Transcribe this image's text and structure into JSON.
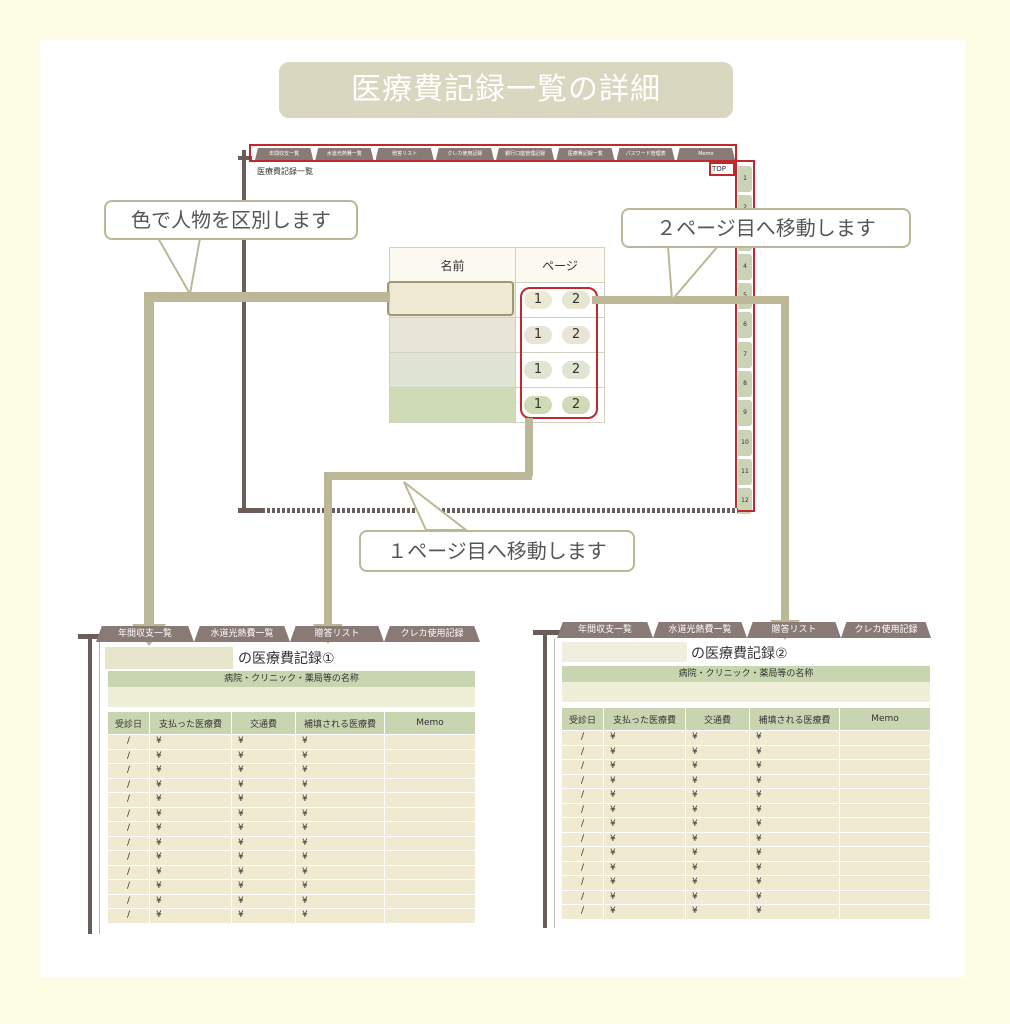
{
  "title": "医療費記録一覧の詳細",
  "mock": {
    "tabs": [
      "年間収支一覧",
      "水道光熱費一覧",
      "贈答リスト",
      "クレカ使用記録",
      "銀行口座管理記録",
      "医療費記録一覧",
      "パスワード管理表",
      "Memo"
    ],
    "page_title": "医療費記録一覧",
    "top_link": "TOP",
    "side_tabs": [
      "1",
      "2",
      "3",
      "4",
      "5",
      "6",
      "7",
      "8",
      "9",
      "10",
      "11",
      "12"
    ],
    "table_headers": {
      "name": "名前",
      "page": "ページ"
    },
    "rows": [
      {
        "color": "#ede9d3",
        "p1": "1",
        "p2": "2"
      },
      {
        "color": "#e8e5d6",
        "p1": "1",
        "p2": "2"
      },
      {
        "color": "#dfe5d2",
        "p1": "1",
        "p2": "2"
      },
      {
        "color": "#cfdbb6",
        "p1": "1",
        "p2": "2"
      }
    ]
  },
  "callouts": {
    "color": "色で人物を区別します",
    "page2": "２ページ目へ移動します",
    "page1": "１ページ目へ移動します"
  },
  "left_page": {
    "tabs": [
      "年間収支一覧",
      "水道光熱費一覧",
      "贈答リスト",
      "クレカ使用記録"
    ],
    "title": "の医療費記録①",
    "hospital_label": "病院・クリニック・薬局等の名称",
    "headers": [
      "受診日",
      "支払った医療費",
      "交通費",
      "補填される医療費",
      "Memo"
    ],
    "row": [
      "/",
      "¥",
      "¥",
      "¥",
      ""
    ]
  },
  "right_page": {
    "tabs": [
      "年間収支一覧",
      "水道光熱費一覧",
      "贈答リスト",
      "クレカ使用記録"
    ],
    "title": "の医療費記録②",
    "hospital_label": "病院・クリニック・薬局等の名称",
    "headers": [
      "受診日",
      "支払った医療費",
      "交通費",
      "補填される医療費",
      "Memo"
    ],
    "row": [
      "/",
      "¥",
      "¥",
      "¥",
      ""
    ]
  },
  "colors": {
    "accent": "#bcb796",
    "highlight": "#c0282d",
    "tab": "#8a7a76",
    "header_green": "#c9d5b0"
  }
}
